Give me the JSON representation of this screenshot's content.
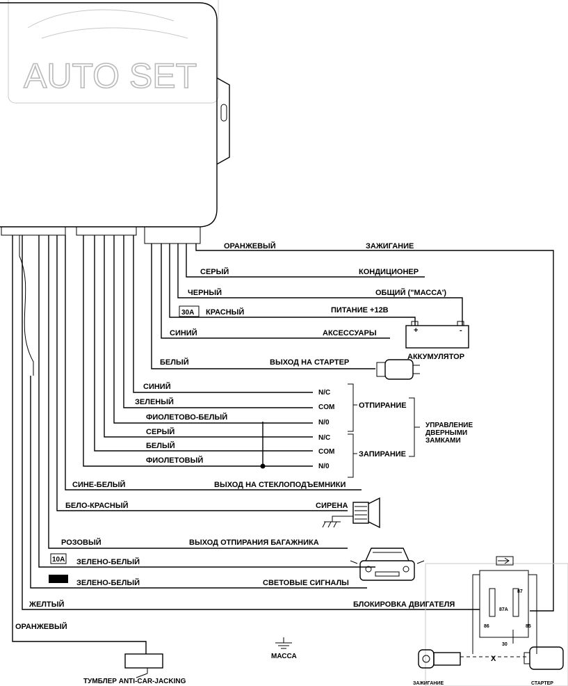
{
  "logo": {
    "text": "AUTO SET"
  },
  "wires": {
    "orange_top": "ОРАНЖЕВЫЙ",
    "gray_1": "СЕРЫЙ",
    "black": "ЧЕРНЫЙ",
    "red": "КРАСНЫЙ",
    "blue_1": "СИНИЙ",
    "white_1": "БЕЛЫЙ",
    "blue_2": "СИНИЙ",
    "green": "ЗЕЛЕНЫЙ",
    "violet_white": "ФИОЛЕТОВО-БЕЛЫЙ",
    "gray_2": "СЕРЫЙ",
    "white_2": "БЕЛЫЙ",
    "violet": "ФИОЛЕТОВЫЙ",
    "blue_white": "СИНЕ-БЕЛЫЙ",
    "white_red": "БЕЛО-КРАСНЫЙ",
    "pink": "РОЗОВЫЙ",
    "green_white_1": "ЗЕЛЕНО-БЕЛЫЙ",
    "green_white_2": "ЗЕЛЕНО-БЕЛЫЙ",
    "yellow": "ЖЕЛТЫЙ",
    "orange_bottom": "ОРАНЖЕВЫЙ"
  },
  "functions": {
    "ignition": "ЗАЖИГАНИЕ",
    "ac": "КОНДИЦИОНЕР",
    "ground_common": "ОБЩИЙ (\"МАССА')",
    "power": "ПИТАНИЕ +12В",
    "accessories": "АКСЕССУАРЫ",
    "battery": "АККУМУЛЯТОР",
    "starter_out": "ВЫХОД НА СТАРТЕР",
    "unlock": "ОТПИРАНИЕ",
    "lock": "ЗАПИРАНИЕ",
    "door_control": [
      "УПРАВЛЕНИЕ",
      "ДВЕРНЫМИ",
      "ЗАМКАМИ"
    ],
    "windows": "ВЫХОД НА СТЕКЛОПОДЪЕМНИКИ",
    "siren": "СИРЕНА",
    "trunk": "ВЫХОД ОТПИРАНИЯ БАГАЖНИКА",
    "lights": "СВЕТОВЫЕ СИГНАЛЫ",
    "engine_block": "БЛОКИРОВКА ДВИГАТЕЛЯ",
    "ground": "МАССА",
    "toggle": "ТУМБЛЕР ANTI-CAR-JACKING",
    "ignition_bottom": "ЗАЖИГАНИЕ",
    "starter_bottom": "СТАРТЕР"
  },
  "contacts": {
    "nc": "N/C",
    "com": "COM",
    "no": "N/0"
  },
  "fuses": {
    "f30": "30A",
    "f10": "10A"
  },
  "battery_terms": {
    "plus": "+",
    "minus": "-"
  },
  "relay": {
    "p87": "87",
    "p87a": "87A",
    "p86": "86",
    "p85": "85",
    "p30": "30",
    "cut": "X"
  }
}
